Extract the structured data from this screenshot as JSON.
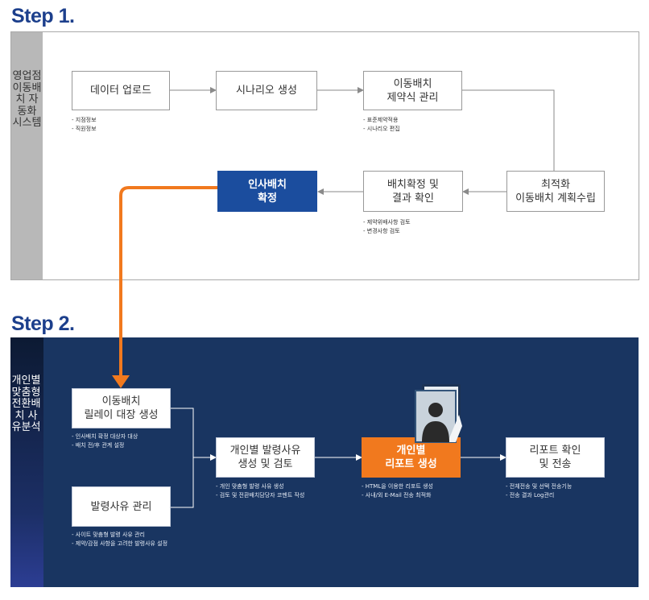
{
  "step1": {
    "title": "Step 1.",
    "side_label": "영업점 이동배치 자동화 시스템",
    "boxes": {
      "upload": "데이터 업로드",
      "scenario": "시나리오 생성",
      "constraint": "이동배치\n제약식 관리",
      "optimize": "최적화\n이동배치 계획수립",
      "confirm_check": "배치확정 및\n결과 확인",
      "hr_confirm": "인사배치\n확정"
    },
    "notes": {
      "upload": [
        "지점정보",
        "직원정보"
      ],
      "constraint": [
        "표준제약적용",
        "시나리오 편집"
      ],
      "confirm_check": [
        "제약위배사항 검토",
        "변경사항 검토"
      ]
    }
  },
  "step2": {
    "title": "Step 2.",
    "side_label": "개인별 맞춤형 전환배치 사유분석",
    "boxes": {
      "relay": "이동배치\n릴레이 대장 생성",
      "reason_mgmt": "발령사유 관리",
      "reason_gen": "개인별 발령사유\n생성 및 검토",
      "report": "개인별\n리포트 생성",
      "send": "리포트 확인\n및 전송"
    },
    "notes": {
      "relay": [
        "인사배치 확정 대상자 대상",
        "배치 전/후 관계 설정"
      ],
      "reason_mgmt": [
        "사이트 맞춤형 발령 사유 관리",
        "제약/감점 사항을 고려한 발령사유 설정"
      ],
      "reason_gen": [
        "개인 맞춤형 발령 사유 생성",
        "검토 및 전환배치담당자 코멘트 작성"
      ],
      "report": [
        "HTML을 이용한 리포트 생성",
        "사내/외 E-Mail 전송 최적화"
      ],
      "send": [
        "전체전송 및 선택 전송기능",
        "전송 결과 Log관리"
      ]
    }
  },
  "colors": {
    "brand_blue": "#1b4d9e",
    "accent_orange": "#f1791e",
    "step2_bg": "#193561",
    "step1_side": "#b8b8b8"
  },
  "icons": {
    "report": "document-folder-person-icon"
  }
}
